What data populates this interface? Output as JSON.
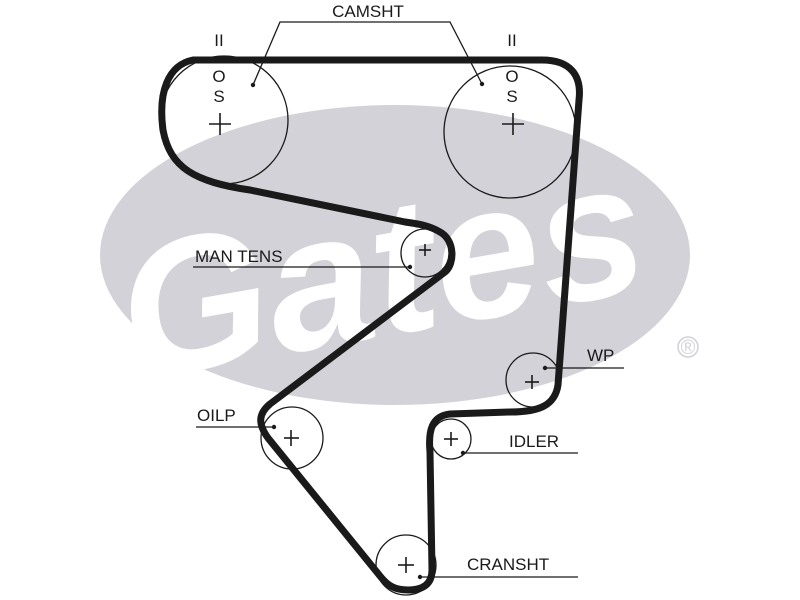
{
  "watermark": {
    "brand_text": "Gates",
    "registered_mark": "®",
    "color": "#d2d2d8"
  },
  "belt_color": "#1a1a1a",
  "labels": {
    "camshaft": "CAMSHT",
    "manual_tensioner": "MAN TENS",
    "water_pump": "WP",
    "oil_pump": "OILP",
    "idler": "IDLER",
    "crankshaft": "CRANSHT"
  },
  "timing_marks": {
    "left_tdc": "II",
    "right_tdc": "II",
    "left_o": "O",
    "left_s": "S",
    "right_o": "O",
    "right_s": "S"
  }
}
